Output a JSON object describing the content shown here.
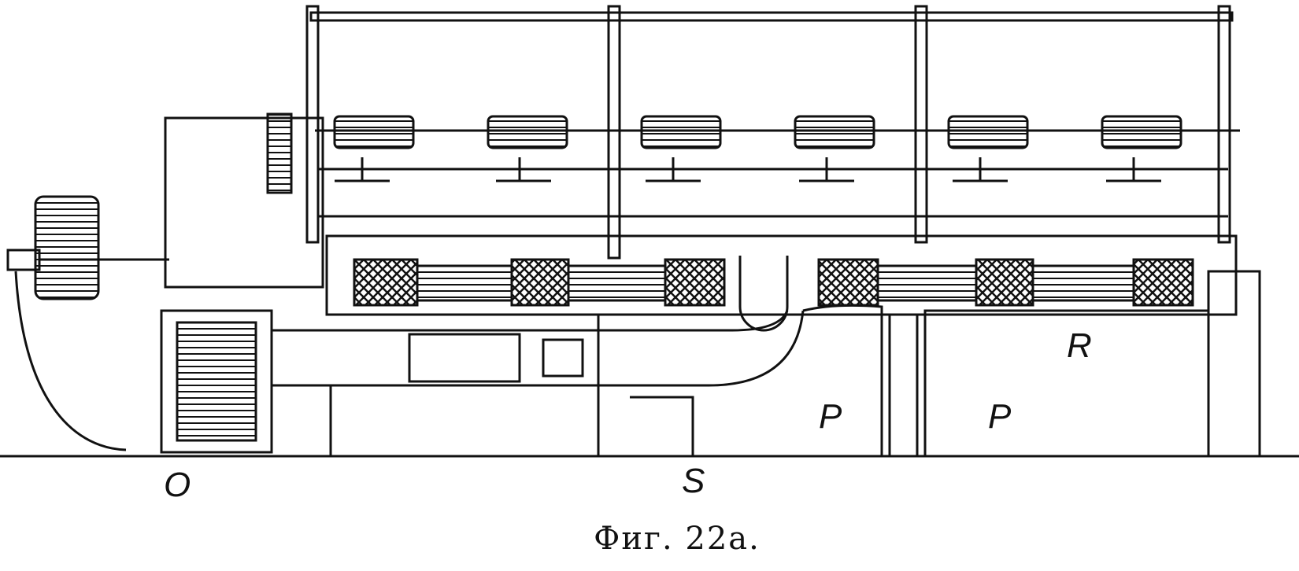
{
  "figure": {
    "caption": "Фиг. 22а.",
    "labels": {
      "o": "O",
      "s": "S",
      "p1": "P",
      "p2": "P",
      "r": "R"
    },
    "ink_color": "#111111"
  }
}
